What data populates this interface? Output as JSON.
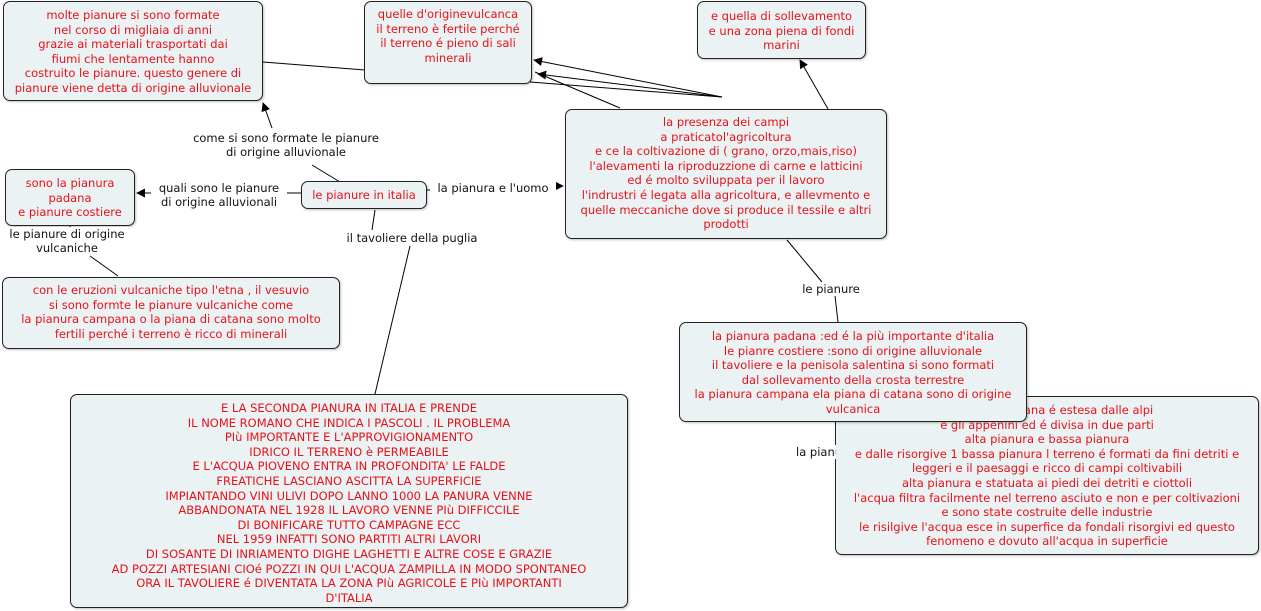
{
  "nodes": {
    "alluvionale": "molte pianure si sono formate\nnel corso di migliaia di anni\ngrazie ai materiali trasportati dai\nfiumi che lentamente hanno\ncostruito le pianure. questo genere di\npianure viene detta di origine alluvionale",
    "vulcanica_fertile": "quelle d'originevulcanca\nil terreno è fertile perché\nil terreno é  pieno di sali\nminerali",
    "sollevamento": "e quella di sollevamento\ne una zona piena di fondi\nmarini",
    "pianura_padana": "sono la pianura\npadana\ne pianure costiere",
    "center": "le pianure in italia",
    "agricoltura": "la presenza dei campi\na praticatol'agricoltura\ne ce la coltivazione di ( grano, orzo,mais,riso)\nl'alevamenti la riproduzzione di carne e latticini\ned é molto sviluppata per il lavoro\nl'indrustri é legata alla agricoltura, e allevmento e\nquelle meccaniche dove si produce il tessile e altri\nprodotti",
    "eruzioni": "con le eruzioni vulcaniche tipo l'etna , il vesuvio\nsi sono formte le pianure  vulcaniche come\nla pianura campana o la piana di catana sono  molto\nfertili perché i terreno è ricco di  minerali",
    "elenco": "la pianura padana :ed é la  più importante d'italia\nle pianre costiere :sono di origine alluvionale\nil tavoliere e la penisola  salentina si sono formati\ndal sollevamento della crosta terrestre\nla pianura campana ela piana di catana sono di origine\nvulcanica",
    "padana_detail": "la pianura padana é estesa dalle alpi\ne gli appenini ed é divisa in due parti\nalta pianura e bassa pianura\ne dalle risorgive 1 bassa pianura l terreno é formati da fini detriti e\nleggeri e il paesaggi e ricco di campi  coltivabili\nalta pianura e statuata ai piedi dei detriti e ciottoli\nl'acqua filtra facilmente nel terreno asciuto e non e per coltivazioni\ne sono state costruite delle industrie\nle risilgive l'acqua esce in superfice  da fondali risorgivi  ed questo\nfenomeno e dovuto all'acqua in superficie",
    "tavoliere": "E LA SECONDA  PIANURA IN   ITALIA E PRENDE\nIL NOME ROMANO CHE INDICA I PASCOLI . IL PROBLEMA\nPIù IMPORTANTE E  L'APPROVIGIONAMENTO\nIDRICO IL TERRENO è PERMEABILE\nE L'ACQUA PIOVENO ENTRA IN PROFONDITA'  LE FALDE\nFREATICHE  LASCIANO ASCITTA LA SUPERFICIE\nIMPIANTANDO VINI  ULIVI  DOPO LANNO 1000 LA PANURA VENNE\nABBANDONATA  NEL 1928 IL LAVORO VENNE PIù DIFFICCILE\nDI BONIFICARE TUTTO  CAMPAGNE ECC\nNEL 1959 INFATTI SONO PARTITI ALTRI LAVORI\nDI SOSANTE DI INRIAMENTO DIGHE LAGHETTI E ALTRE COSE E GRAZIE\nAD  POZZI  ARTESIANI  CIOé POZZI IN QUI L'ACQUA ZAMPILLA IN MODO  SPONTANEO\nORA IL TAVOLIERE é DIVENTATA LA ZONA  PIù AGRICOLE  E PIù IMPORTANTI\nD'ITALIA"
  },
  "labels": {
    "come_formate": "come si sono formate le pianure\ndi origine alluvionale",
    "quali_sono": "quali sono le pianure\ndi origine alluvionali",
    "pianura_uomo": "la pianura e l'uomo",
    "tavoliere_puglia": "il tavoliere della puglia",
    "origine_vulcaniche": "le pianure di origine\nvulcaniche",
    "le_pianure": "le  pianure",
    "la_pianura_partial": "la pianu"
  }
}
